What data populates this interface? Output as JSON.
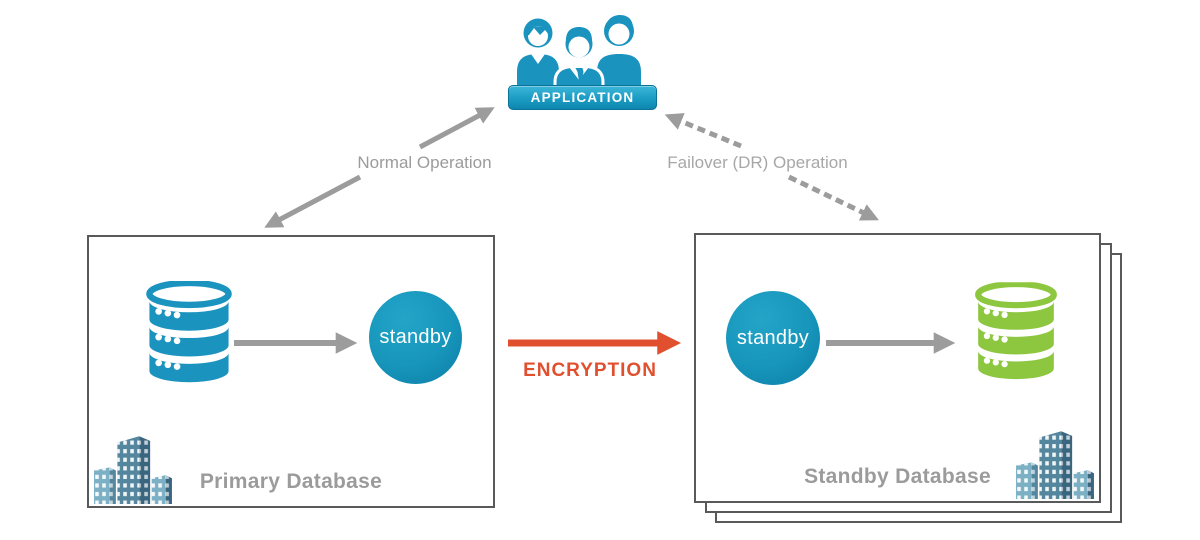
{
  "colors": {
    "teal": "#1b93bf",
    "teal-deep": "#0c7ea7",
    "green": "#8dc63f",
    "red": "#e0502f",
    "arrow-gray": "#9c9c9c",
    "label-gray": "#9b9b9b",
    "label-gray-light": "#a7a7a7",
    "title-gray": "#9b9b9b",
    "border-gray": "#58595b",
    "building-light": "#7cb0c4",
    "building-mid": "#54869e",
    "building-dark": "#3a657f"
  },
  "application": {
    "label": "APPLICATION",
    "icon": "users-icon"
  },
  "connections": {
    "normal": {
      "label": "Normal Operation",
      "style": "solid",
      "from": "primary-database",
      "to": "application"
    },
    "failover": {
      "label": "Failover (DR) Operation",
      "style": "dashed",
      "from": "application",
      "to": "standby-database"
    },
    "encryption": {
      "label": "ENCRYPTION",
      "style": "solid",
      "from": "primary-database",
      "to": "standby-database"
    }
  },
  "primary_box": {
    "title": "Primary Database",
    "badge": "standby",
    "icons": [
      "database-icon",
      "buildings-icon"
    ]
  },
  "standby_box": {
    "title": "Standby Database",
    "badge": "standby",
    "icons": [
      "database-icon",
      "buildings-icon"
    ],
    "stacked_pages": 3
  }
}
